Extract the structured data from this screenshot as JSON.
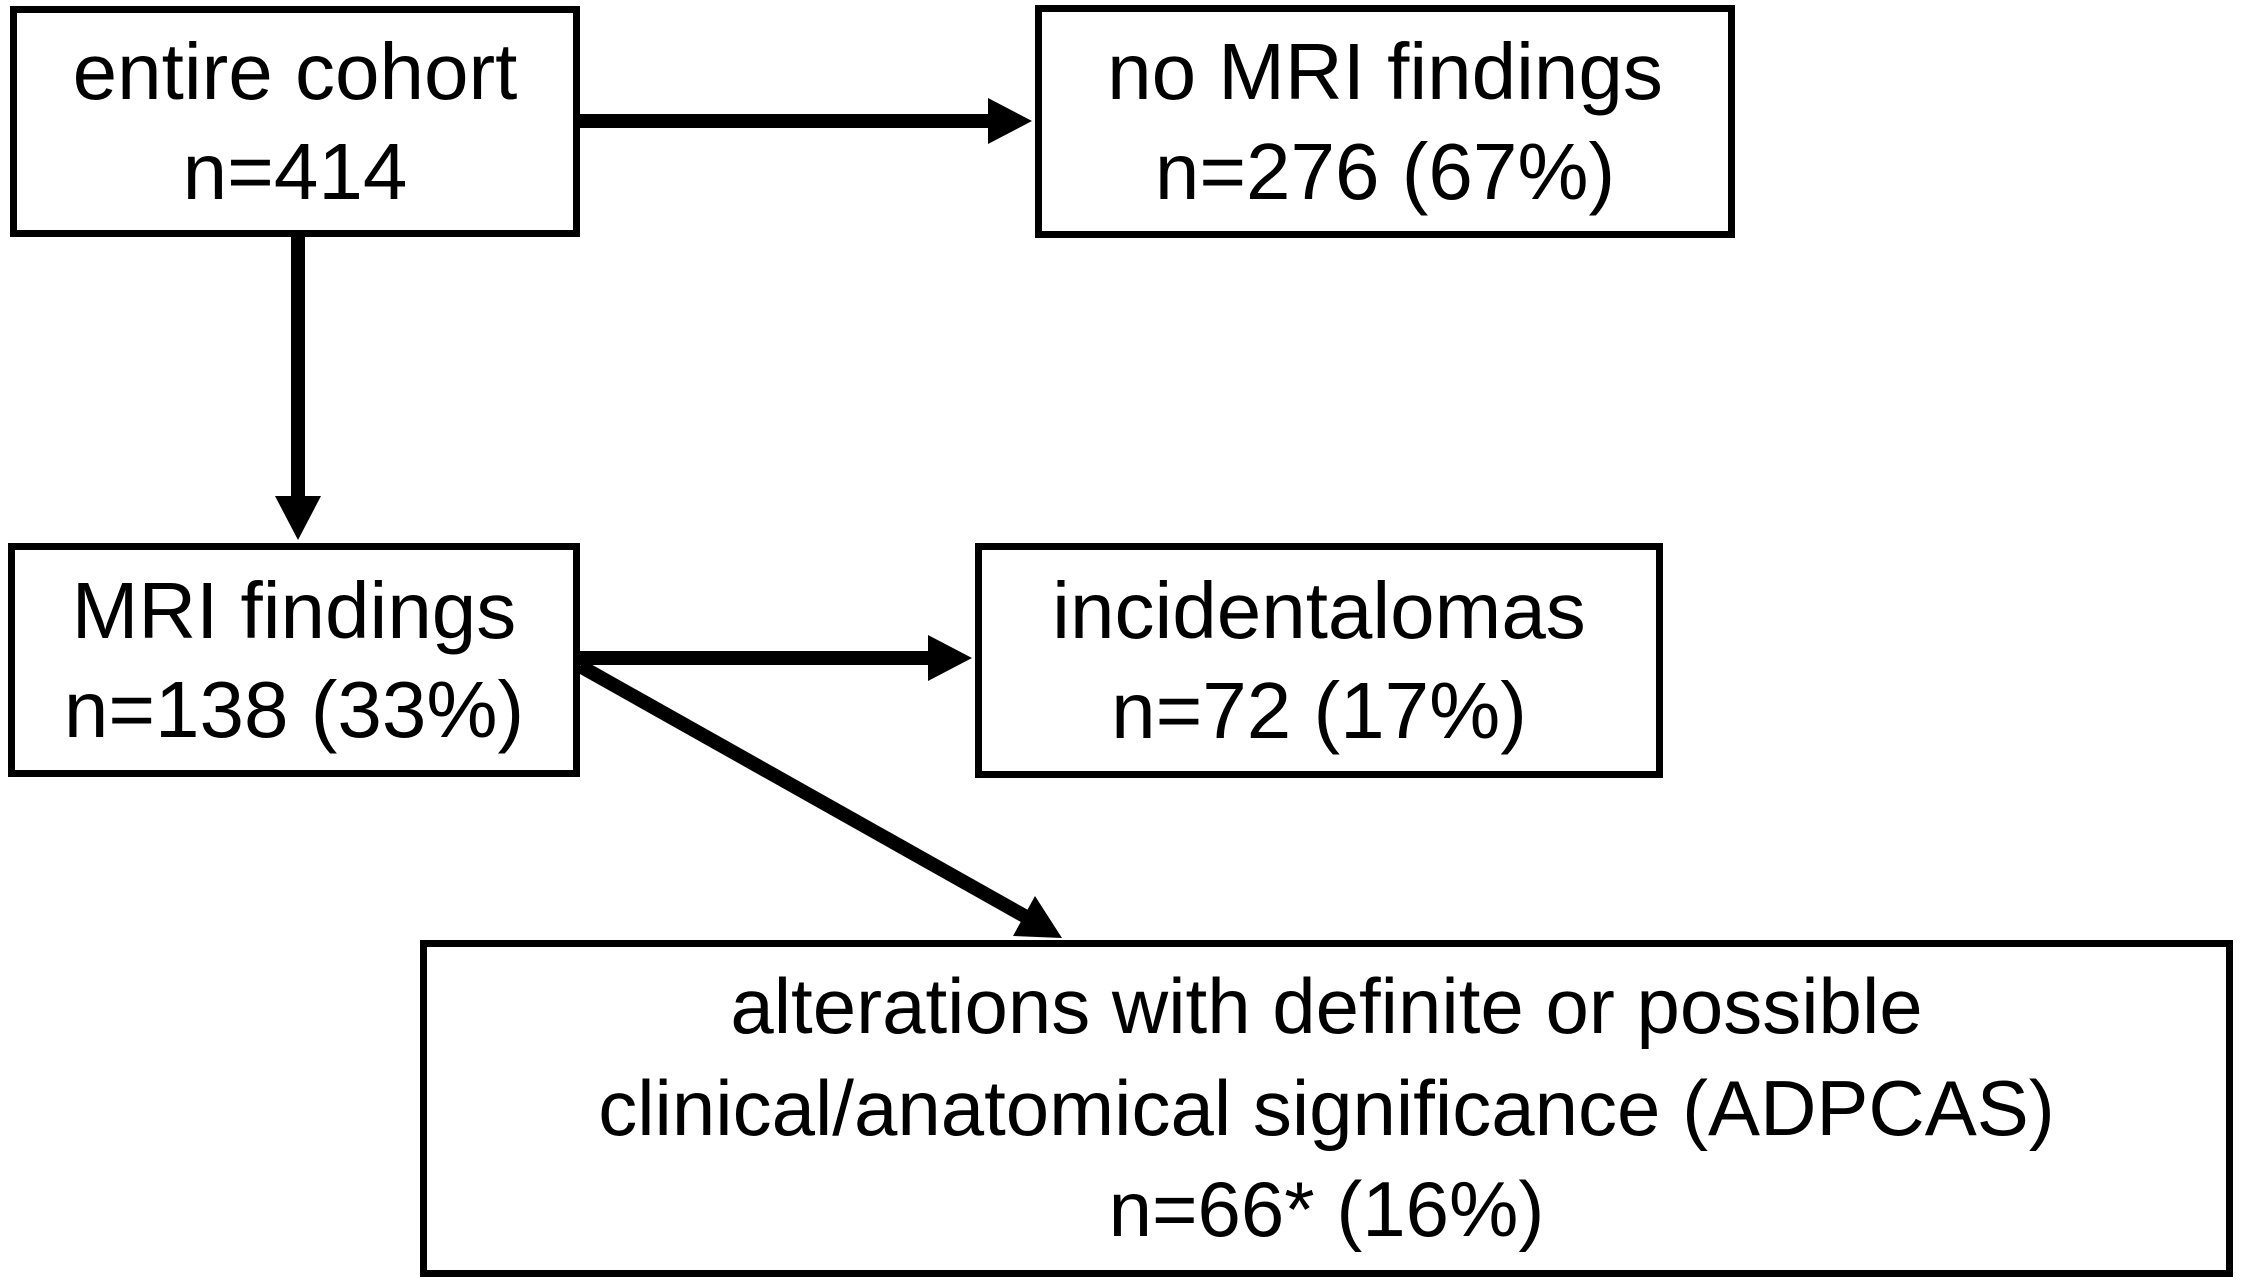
{
  "diagram": {
    "kind": "flowchart",
    "colors": {
      "background": "#ffffff",
      "box_border": "#000000",
      "text": "#000000",
      "arrow": "#000000"
    },
    "nodes": [
      {
        "id": "entire-cohort",
        "lines": [
          "entire cohort",
          "n=414"
        ]
      },
      {
        "id": "no-mri-findings",
        "lines": [
          "no MRI findings",
          "n=276 (67%)"
        ]
      },
      {
        "id": "mri-findings",
        "lines": [
          "MRI findings",
          "n=138 (33%)"
        ]
      },
      {
        "id": "incidentalomas",
        "lines": [
          "incidentalomas",
          "n=72 (17%)"
        ]
      },
      {
        "id": "adpcas",
        "lines": [
          "alterations with definite or possible",
          "clinical/anatomical significance (ADPCAS)",
          "n=66* (16%)"
        ]
      }
    ],
    "edges": [
      {
        "from": "entire cohort",
        "to": "no MRI findings"
      },
      {
        "from": "entire cohort",
        "to": "MRI findings"
      },
      {
        "from": "MRI findings",
        "to": "incidentalomas"
      },
      {
        "from": "MRI findings",
        "to": "alterations with definite or possible clinical/anatomical significance (ADPCAS)"
      }
    ]
  }
}
